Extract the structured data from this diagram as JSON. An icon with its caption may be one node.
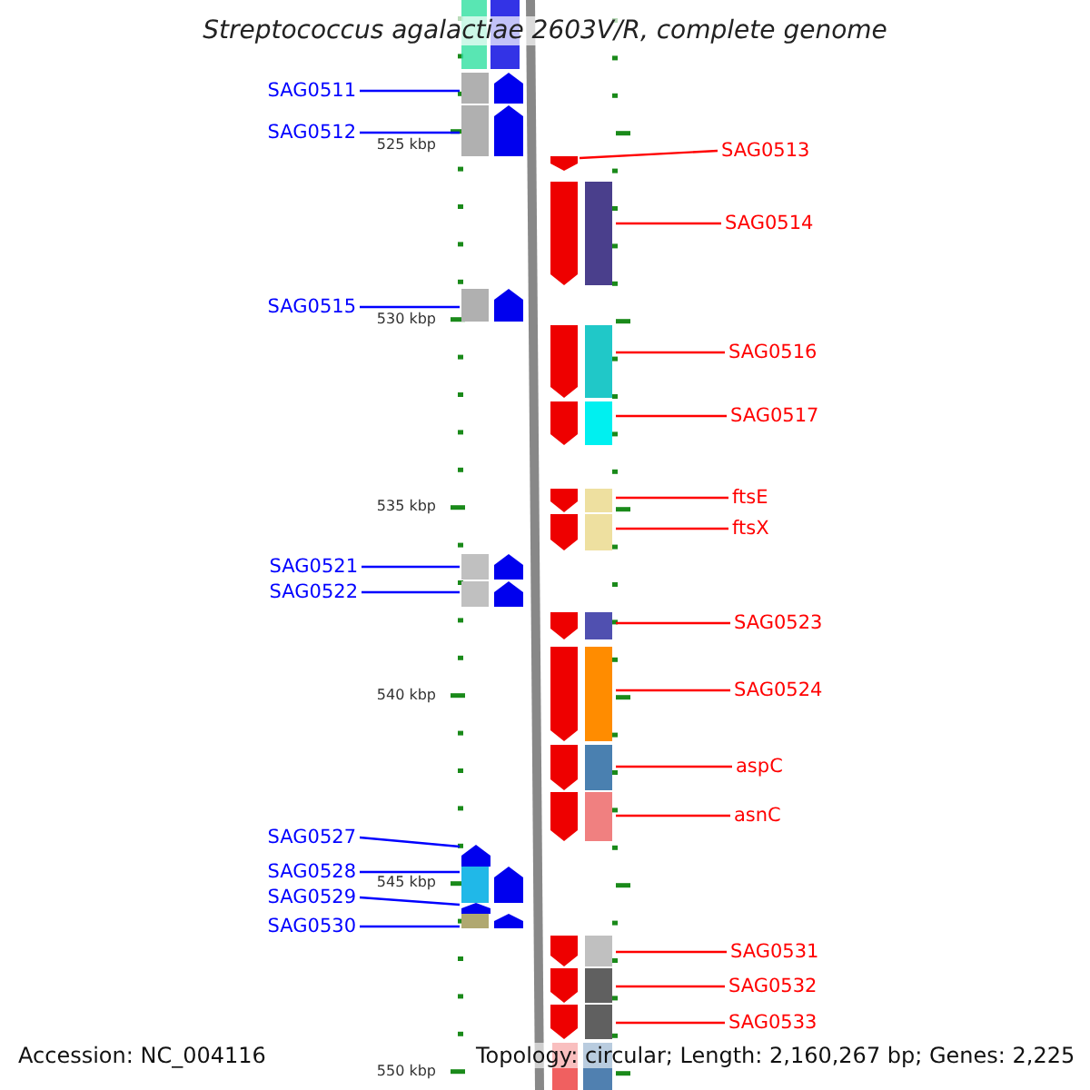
{
  "diagram": {
    "title": "Streptococcus agalactiae 2603V/R, complete genome",
    "nodes": [
      {
        "text": [
          "SAG0511"
        ]
      },
      {
        "text": [
          "SAG0512"
        ]
      },
      {
        "text": [
          "SAG0513"
        ]
      },
      {
        "text": [
          "SAG0514"
        ]
      },
      {
        "text": [
          "SAG0515"
        ]
      },
      {
        "text": [
          "SAG0516"
        ]
      },
      {
        "text": [
          "SAG0517"
        ]
      },
      {
        "text": [
          "ftsE"
        ]
      },
      {
        "text": [
          "ftsX"
        ]
      },
      {
        "text": [
          "SAG0521"
        ]
      },
      {
        "text": [
          "SAG0522"
        ]
      },
      {
        "text": [
          "SAG0523"
        ]
      },
      {
        "text": [
          "SAG0524"
        ]
      },
      {
        "text": [
          "aspC"
        ]
      },
      {
        "text": [
          "asnC"
        ]
      },
      {
        "text": [
          "SAG0527"
        ]
      },
      {
        "text": [
          "SAG0528"
        ]
      },
      {
        "text": [
          "SAG0529"
        ]
      },
      {
        "text": [
          "SAG0530"
        ]
      },
      {
        "text": [
          "SAG0531"
        ]
      },
      {
        "text": [
          "SAG0532"
        ]
      },
      {
        "text": [
          "SAG0533"
        ]
      },
      {
        "text": [],
        "shape": "bar"
      },
      {
        "text": [],
        "shape": "bar"
      },
      {
        "text": [],
        "shape": "bar"
      },
      {
        "text": [],
        "shape": "bar"
      },
      {
        "text": [],
        "shape": "bar"
      },
      {
        "text": [],
        "shape": "bar"
      },
      {
        "text": [],
        "shape": "bar"
      },
      {
        "text": [],
        "shape": "bar"
      },
      {
        "text": [],
        "shape": "bar"
      },
      {
        "text": [],
        "shape": "bar"
      },
      {
        "text": [],
        "shape": "bar"
      },
      {
        "text": [],
        "shape": "bar"
      },
      {
        "text": [],
        "shape": "bar"
      },
      {
        "text": [],
        "shape": "bar"
      },
      {
        "text": [],
        "shape": "bar"
      },
      {
        "text": [],
        "shape": "bar"
      },
      {
        "text": [],
        "shape": "bar"
      },
      {
        "text": [],
        "shape": "bar"
      },
      {
        "text": [],
        "shape": "bar"
      },
      {
        "text": [],
        "shape": "bar"
      },
      {
        "text": [],
        "shape": "bar"
      },
      {
        "text": [],
        "shape": "bar"
      }
    ],
    "edges": [
      {
        "from": 0,
        "to": 22,
        "arrow": "none",
        "color": "#0000ff"
      },
      {
        "from": 1,
        "to": 23,
        "arrow": "none",
        "color": "#0000ff"
      },
      {
        "from": 2,
        "to": 24,
        "arrow": "none"
      },
      {
        "from": 3,
        "to": 25,
        "arrow": "none"
      },
      {
        "from": 4,
        "to": 26,
        "arrow": "none",
        "color": "#0000ff"
      },
      {
        "from": 5,
        "to": 27,
        "arrow": "none"
      },
      {
        "from": 6,
        "to": 28,
        "arrow": "none"
      },
      {
        "from": 7,
        "to": 29,
        "arrow": "none"
      },
      {
        "from": 8,
        "to": 30,
        "arrow": "none"
      },
      {
        "from": 9,
        "to": 31,
        "arrow": "none",
        "color": "#0000ff"
      },
      {
        "from": 10,
        "to": 32,
        "arrow": "none",
        "color": "#0000ff"
      },
      {
        "from": 11,
        "to": 33,
        "arrow": "none"
      },
      {
        "from": 12,
        "to": 34,
        "arrow": "none"
      },
      {
        "from": 13,
        "to": 35,
        "arrow": "none"
      },
      {
        "from": 14,
        "to": 36,
        "arrow": "none"
      },
      {
        "from": 15,
        "to": 37,
        "arrow": "none",
        "color": "#0000ff"
      },
      {
        "from": 16,
        "to": 38,
        "arrow": "none",
        "color": "#0000ff"
      },
      {
        "from": 17,
        "to": 39,
        "arrow": "none",
        "color": "#0000ff"
      },
      {
        "from": 18,
        "to": 40,
        "arrow": "none",
        "color": "#0000ff"
      },
      {
        "from": 19,
        "to": 41,
        "arrow": "none"
      },
      {
        "from": 20,
        "to": 42,
        "arrow": "none"
      },
      {
        "from": 21,
        "to": 43,
        "arrow": "none"
      }
    ],
    "labels": [
      "525 kbp",
      "530 kbp",
      "535 kbp",
      "540 kbp",
      "545 kbp",
      "550 kbp",
      "Accession: NC_004116",
      "Topology: circular; Length: 2,160,267 bp; Genes: 2,225"
    ]
  }
}
